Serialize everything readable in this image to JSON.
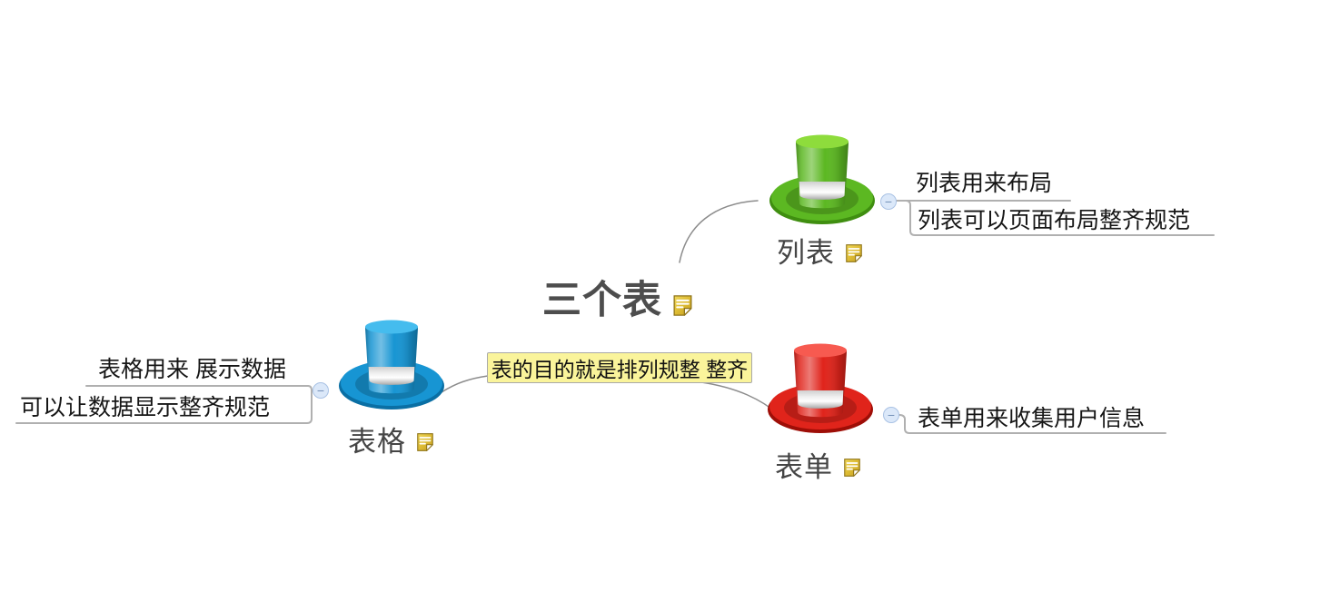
{
  "app": {
    "type": "mindmap-editor"
  },
  "root": {
    "title": "三个表",
    "has_note": true
  },
  "callout": {
    "text": "表的目的就是排列规整 整齐",
    "bg_color": "#FAF49B"
  },
  "branches": [
    {
      "key": "list",
      "label": "列表",
      "hat_color": "#5CB822",
      "hat_style": "--main:#5CB822;--light:#8EDC3C;--dark:#3F8E10",
      "has_note": true,
      "children": [
        {
          "text": "列表用来布局"
        },
        {
          "text": "列表可以页面布局整齐规范"
        }
      ]
    },
    {
      "key": "table",
      "label": "表格",
      "hat_color": "#1795D3",
      "hat_style": "--main:#1795D3;--light:#45BCEE;--dark:#0A6FA4",
      "has_note": true,
      "children": [
        {
          "text": "表格用来 展示数据"
        },
        {
          "text": "可以让数据显示整齐规范"
        }
      ]
    },
    {
      "key": "form",
      "label": "表单",
      "hat_color": "#E0241B",
      "hat_style": "--main:#E0241B;--light:#F75A50;--dark:#9E0E07",
      "has_note": true,
      "children": [
        {
          "text": "表单用来收集用户信息"
        }
      ]
    }
  ],
  "icons": {
    "note": "note-icon",
    "collapse_glyph": "−"
  },
  "colors": {
    "root_text": "#4d4d4d",
    "topic_text": "#454545",
    "child_text": "#161616",
    "connector": "#b0b0b0",
    "curve": "#8c8c8c",
    "collapse_fill": "#dbe8f9",
    "collapse_border": "#a9c2e4"
  }
}
